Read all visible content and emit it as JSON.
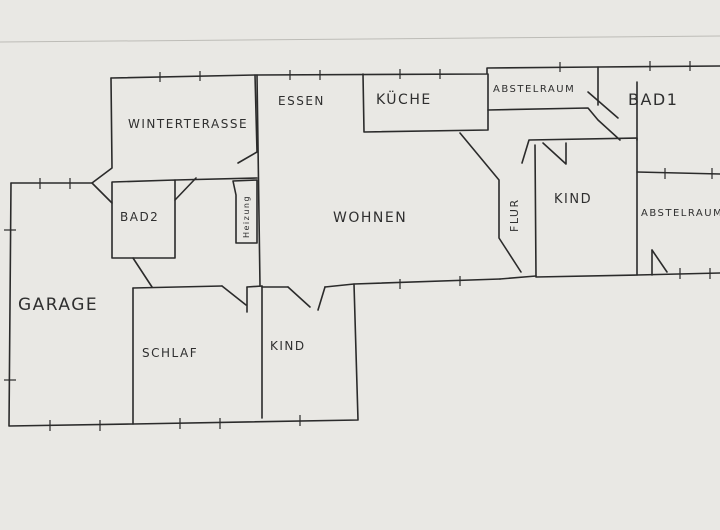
{
  "paper": {
    "background": "#e9e8e4",
    "ink": "#2b2b2b"
  },
  "rooms": {
    "wintergarden": "WINTERTERASSE",
    "dining": "ESSEN",
    "kitchen": "KÜCHE",
    "storage_top": "ABSTELRAUM",
    "bathroom1": "BAD1",
    "bathroom2": "BAD2",
    "heating": "Heizung",
    "living": "WOHNEN",
    "hallway": "FLUR",
    "child_right": "KIND",
    "storage_right": "ABSTELRAUM",
    "garage": "GARAGE",
    "bedroom": "SCHLAF",
    "child_bottom": "KIND"
  }
}
